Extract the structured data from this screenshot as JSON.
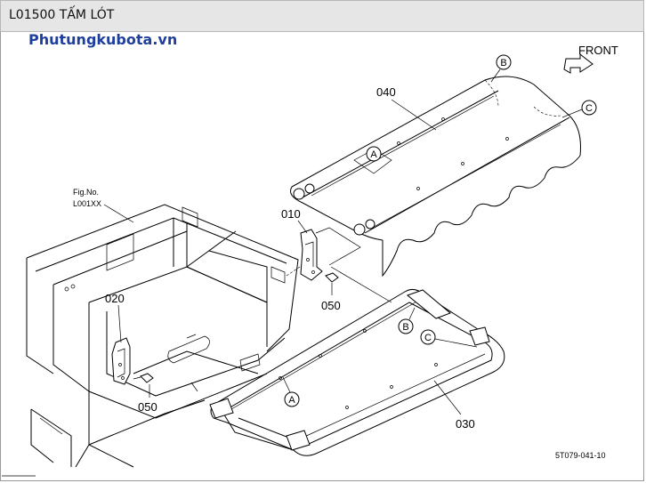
{
  "header": {
    "title": "L01500 TẤM LÓT"
  },
  "watermark": "Phutungkubota.vn",
  "direction": {
    "label": "FRONT",
    "icon": "front-arrow-icon"
  },
  "reference": {
    "line1": "Fig.No.",
    "line2": "L001XX"
  },
  "callouts": {
    "p010": "010",
    "p020": "020",
    "p030": "030",
    "p040": "040",
    "p050a": "050",
    "p050b": "050",
    "markA1": "A",
    "markA2": "A",
    "markB1": "B",
    "markB2": "B",
    "markC1": "C",
    "markC2": "C"
  },
  "drawing_code": "5T079-041-10"
}
